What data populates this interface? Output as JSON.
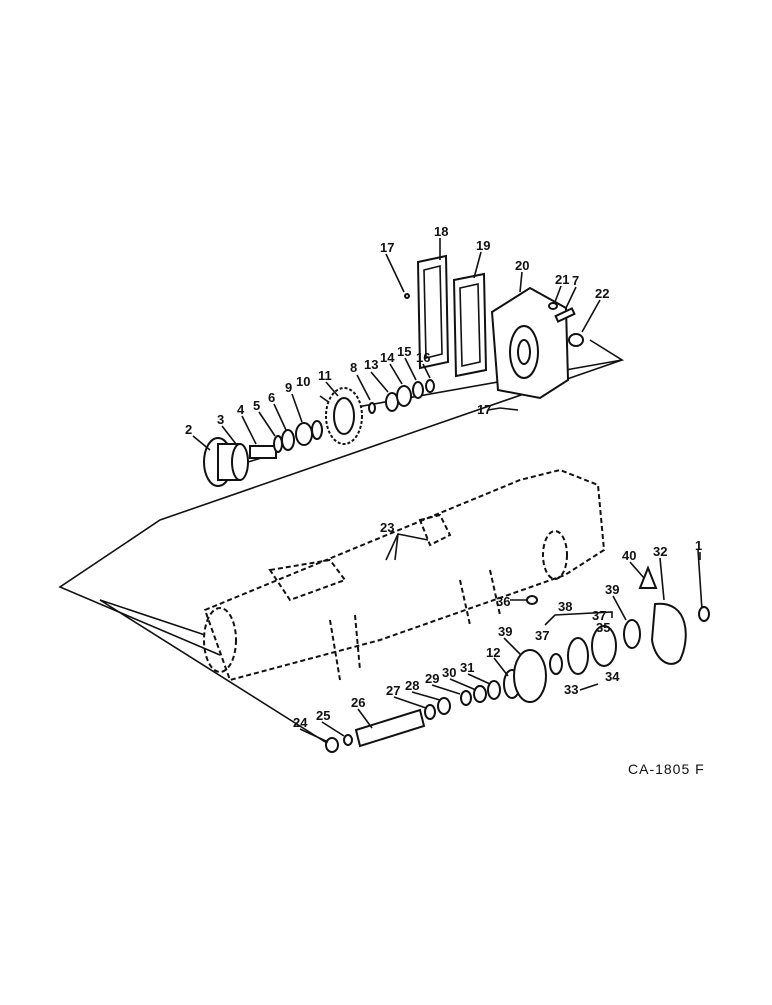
{
  "figure_code": "CA-1805 F",
  "callouts": {
    "c1": "1",
    "c2": "2",
    "c3": "3",
    "c4": "4",
    "c5": "5",
    "c6": "6",
    "c7": "7",
    "c8": "8",
    "c9": "9",
    "c10": "10",
    "c11": "11",
    "c12": "12",
    "c13": "13",
    "c14": "14",
    "c15": "15",
    "c16": "16",
    "c17a": "17",
    "c17b": "17",
    "c18": "18",
    "c19": "19",
    "c20": "20",
    "c21": "21",
    "c22": "22",
    "c23": "23",
    "c24": "24",
    "c25": "25",
    "c26": "26",
    "c27": "27",
    "c28": "28",
    "c29": "29",
    "c30": "30",
    "c31": "31",
    "c32": "32",
    "c33": "33",
    "c34": "34",
    "c35": "35",
    "c36": "36",
    "c37a": "37",
    "c37b": "37",
    "c38": "38",
    "c39a": "39",
    "c39b": "39",
    "c40": "40"
  }
}
